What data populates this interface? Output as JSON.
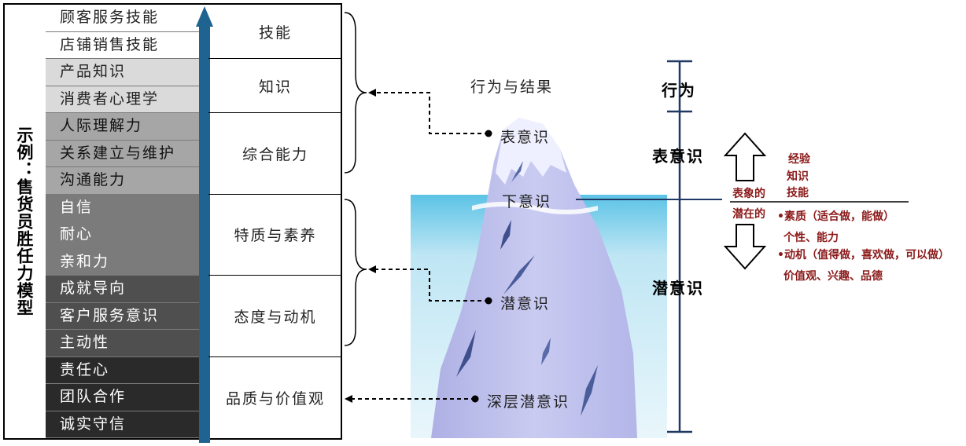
{
  "vertical_title": "示例：售货员胜任力模型",
  "competencies": [
    {
      "label": "顾客服务技能",
      "bg": "#ffffff",
      "fg": "#222222"
    },
    {
      "label": "店铺销售技能",
      "bg": "#ffffff",
      "fg": "#222222"
    },
    {
      "label": "产品知识",
      "bg": "#dadada",
      "fg": "#222222"
    },
    {
      "label": "消费者心理学",
      "bg": "#dadada",
      "fg": "#222222"
    },
    {
      "label": "人际理解力",
      "bg": "#a6a6a6",
      "fg": "#111111"
    },
    {
      "label": "关系建立与维护",
      "bg": "#a6a6a6",
      "fg": "#111111"
    },
    {
      "label": "沟通能力",
      "bg": "#a6a6a6",
      "fg": "#111111"
    },
    {
      "label": "自信",
      "bg": "#7b7b7b",
      "fg": "#ffffff"
    },
    {
      "label": "耐心",
      "bg": "#7b7b7b",
      "fg": "#ffffff"
    },
    {
      "label": "亲和力",
      "bg": "#7b7b7b",
      "fg": "#ffffff"
    },
    {
      "label": "成就导向",
      "bg": "#4f4f4f",
      "fg": "#ffffff"
    },
    {
      "label": "客户服务意识",
      "bg": "#4f4f4f",
      "fg": "#ffffff"
    },
    {
      "label": "主动性",
      "bg": "#4f4f4f",
      "fg": "#ffffff"
    },
    {
      "label": "责任心",
      "bg": "#2a2a2a",
      "fg": "#ffffff"
    },
    {
      "label": "团队合作",
      "bg": "#2a2a2a",
      "fg": "#ffffff"
    },
    {
      "label": "诚实守信",
      "bg": "#2a2a2a",
      "fg": "#ffffff"
    }
  ],
  "categories": [
    {
      "label": "技能",
      "rows": 2
    },
    {
      "label": "知识",
      "rows": 2
    },
    {
      "label": "综合能力",
      "rows": 3
    },
    {
      "label": "特质与素养",
      "rows": 3
    },
    {
      "label": "态度与动机",
      "rows": 3
    },
    {
      "label": "品质与价值观",
      "rows": 3
    }
  ],
  "iceberg": {
    "top_caption": "行为与结果",
    "conscious": "表意识",
    "subconscious": "下意识",
    "latent": "潜意识",
    "deep_latent": "深层潜意识"
  },
  "scale": {
    "behavior": "行为",
    "conscious": "表意识",
    "latent": "潜意识"
  },
  "legend": {
    "apparent_label": "表象的",
    "latent_label": "潜在的",
    "apparent_items": [
      "经验",
      "知识",
      "技能"
    ],
    "latent_items": [
      "•素质（适合做，能做）",
      "个性、能力",
      "•动机（值得做，喜欢做，可以做）",
      "价值观、兴趣、品德"
    ]
  },
  "colors": {
    "arrow": "#1f6391",
    "legend_text": "#8b1a1a",
    "scale_line": "#1f3864",
    "water": "#9fd6ec",
    "iceberg": "#c4c6ee"
  }
}
